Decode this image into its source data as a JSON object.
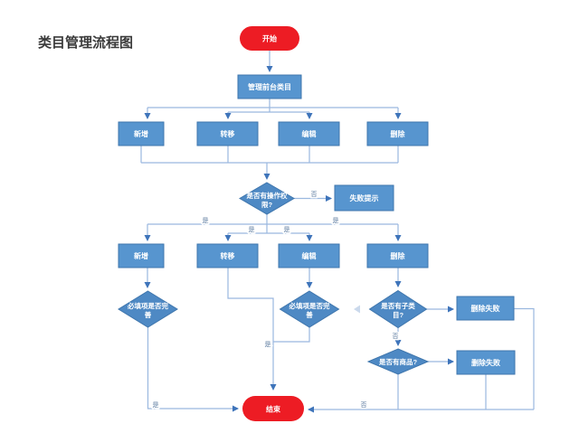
{
  "title": "类目管理流程图",
  "colors": {
    "process_fill": "#5795CF",
    "process_border": "#3F76AD",
    "decision_fill": "#4E89C4",
    "terminator_fill": "#ED1C24",
    "connector": "#9AB8DF",
    "arrowhead": "#3E74BA",
    "edge_label": "#5E7CA0",
    "title_text": "#3A3A3A",
    "shape_text": "#FFFFFF"
  },
  "nodes": {
    "start": {
      "label": "开始"
    },
    "manage_category": {
      "label": "管理前台类目"
    },
    "actions_row1": [
      {
        "label": "新增"
      },
      {
        "label": "转移"
      },
      {
        "label": "编辑"
      },
      {
        "label": "删除"
      }
    ],
    "permission_check": {
      "lines": [
        "是否有操作权",
        "限?"
      ]
    },
    "fail_prompt": {
      "label": "失败提示"
    },
    "actions_row2": [
      {
        "label": "新增"
      },
      {
        "label": "转移"
      },
      {
        "label": "编辑"
      },
      {
        "label": "删除"
      }
    ],
    "required_check_add": {
      "lines": [
        "必填项是否完",
        "善"
      ]
    },
    "required_check_edit": {
      "lines": [
        "必填项是否完",
        "善"
      ]
    },
    "subcategory_check": {
      "lines": [
        "是否有子类",
        "目?"
      ]
    },
    "product_check": {
      "label": "是否有商品?"
    },
    "delete_fail_1": {
      "label": "删除失败"
    },
    "delete_fail_2": {
      "label": "删除失败"
    },
    "end": {
      "label": "结束"
    }
  },
  "edge_labels": {
    "no_permission": "否",
    "yes_permission": [
      "是",
      "是",
      "是",
      "是"
    ],
    "yes_add_complete": "是",
    "yes_edit_complete": "是",
    "no_subcategory": "否",
    "no_product": "否"
  }
}
